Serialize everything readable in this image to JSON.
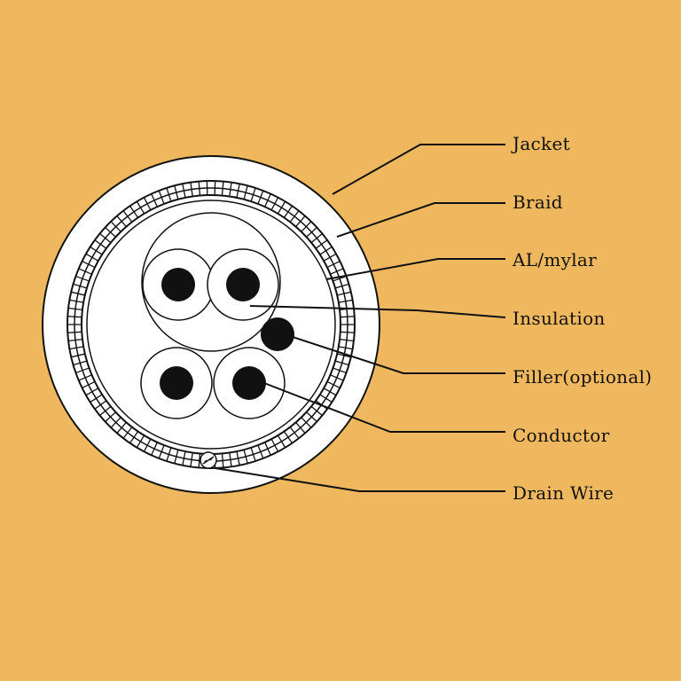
{
  "colors": {
    "background": "#F0B85E",
    "line": "#111111",
    "fill": "#FFFFFF",
    "conductor": "#111111"
  },
  "labels": {
    "jacket": "Jacket",
    "braid": "Braid",
    "al_mylar": "AL/mylar",
    "insulation": "Insulation",
    "filler": "Filler(optional)",
    "conductor": "Conductor",
    "drain_wire": "Drain Wire"
  }
}
